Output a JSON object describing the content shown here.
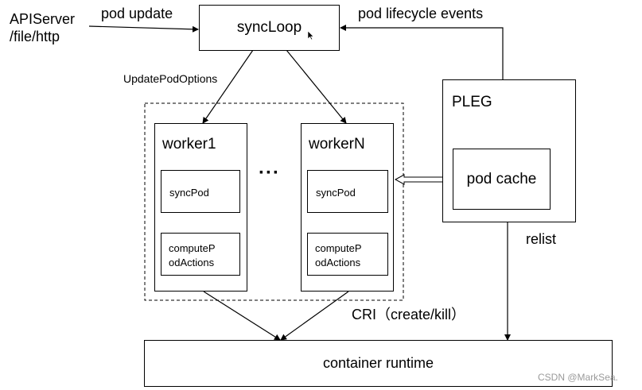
{
  "diagram": {
    "source_label": "APIServer\n/file/http",
    "edge_pod_update": "pod update",
    "edge_pod_lifecycle": "pod lifecycle events",
    "syncloop": "syncLoop",
    "edge_update_pod_options": "UpdatePodOptions",
    "worker1": {
      "title": "worker1",
      "sync_pod": "syncPod",
      "compute": "computeP\nodActions"
    },
    "ellipsis": "···",
    "workerN": {
      "title": "workerN",
      "sync_pod": "syncPod",
      "compute": "computeP\nodActions"
    },
    "pleg": {
      "title": "PLEG",
      "pod_cache": "pod cache"
    },
    "edge_relist": "relist",
    "edge_cri": "CRI（create/kill）",
    "container_runtime": "container runtime",
    "watermark": "CSDN @MarkSea."
  }
}
